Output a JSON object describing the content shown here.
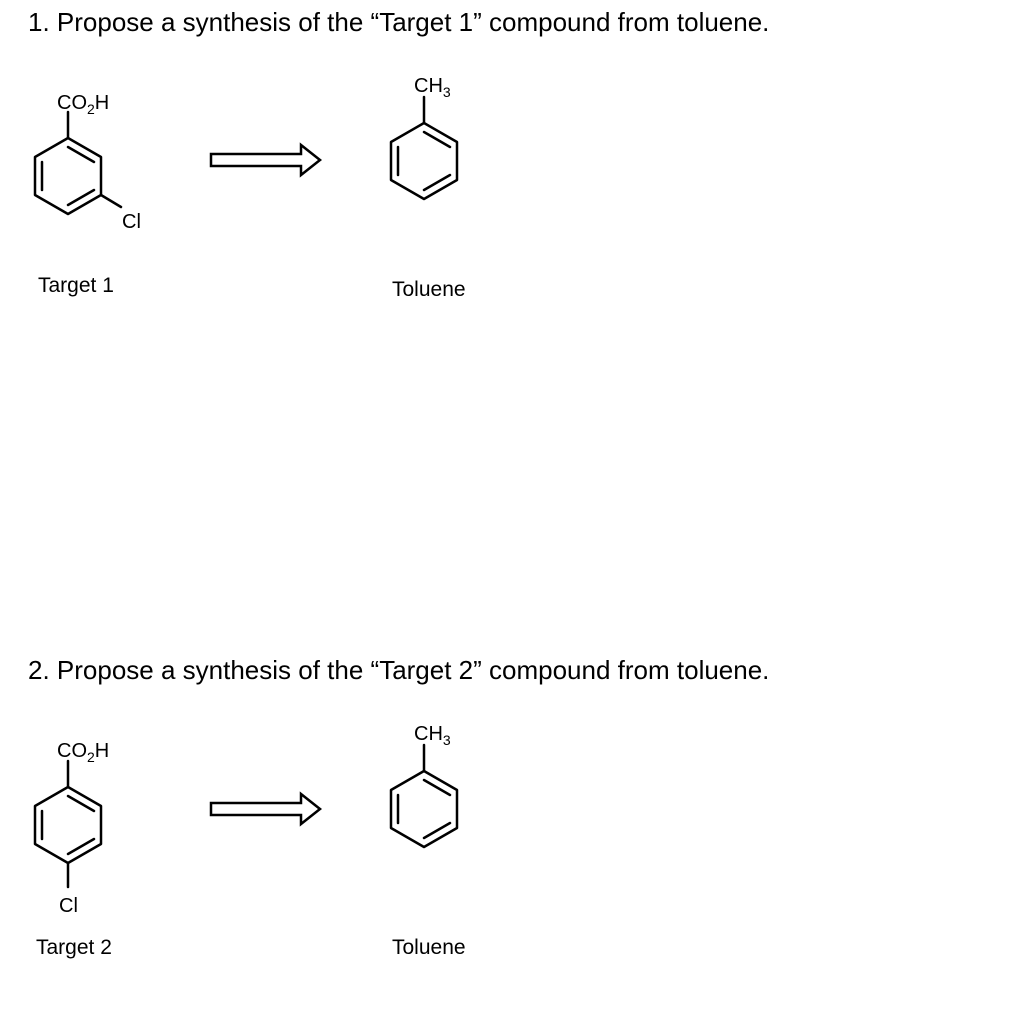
{
  "problems": [
    {
      "question": "1. Propose a synthesis of the “Target 1” compound from toluene.",
      "target": {
        "label": "Target 1",
        "group_top": {
          "main": "CO",
          "sub": "2",
          "tail": "H"
        },
        "substituent": "Cl",
        "substitution": "meta"
      },
      "arrow": "retrosynthesis",
      "start": {
        "label": "Toluene",
        "group_top": {
          "main": "CH",
          "sub": "3",
          "tail": ""
        }
      }
    },
    {
      "question": "2. Propose a synthesis of the “Target 2” compound from toluene.",
      "target": {
        "label": "Target 2",
        "group_top": {
          "main": "CO",
          "sub": "2",
          "tail": "H"
        },
        "substituent": "Cl",
        "substitution": "para"
      },
      "arrow": "retrosynthesis",
      "start": {
        "label": "Toluene",
        "group_top": {
          "main": "CH",
          "sub": "3",
          "tail": ""
        }
      }
    }
  ]
}
